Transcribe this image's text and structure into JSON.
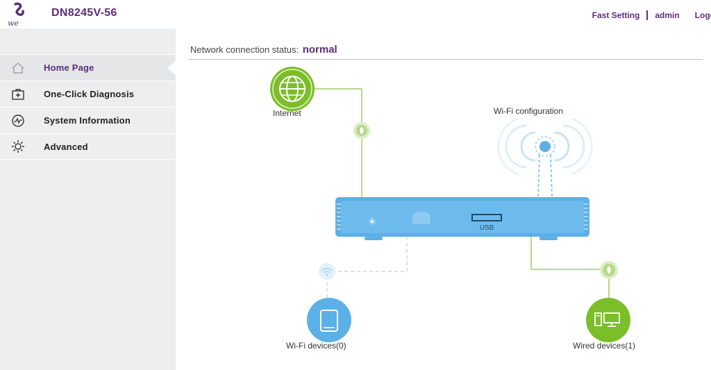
{
  "header": {
    "brand_text": "we",
    "device_model": "DN8245V-56",
    "links": {
      "fast_setting": "Fast Setting",
      "user": "admin",
      "logout": "Logo"
    }
  },
  "sidebar": {
    "items": [
      {
        "label": "Home Page",
        "icon": "home-icon",
        "active": true
      },
      {
        "label": "One-Click Diagnosis",
        "icon": "first-aid-kit-icon",
        "active": false
      },
      {
        "label": "System Information",
        "icon": "pulse-icon",
        "active": false
      },
      {
        "label": "Advanced",
        "icon": "gear-icon",
        "active": false
      }
    ]
  },
  "main": {
    "status_label": "Network connection status:",
    "status_value": "normal",
    "topology": {
      "internet_label": "Internet",
      "wifi_config_label": "Wi-Fi configuration",
      "usb_label": "USB",
      "wifi_devices_label": "Wi-Fi devices(0)",
      "wired_devices_label": "Wired devices(1)"
    }
  },
  "colors": {
    "brand_purple": "#5c2d7a",
    "router_blue": "#5bb0e6",
    "internet_green": "#7cbe2a",
    "link_green": "#b6d98a",
    "wifi_blue": "#5bb0e6"
  }
}
